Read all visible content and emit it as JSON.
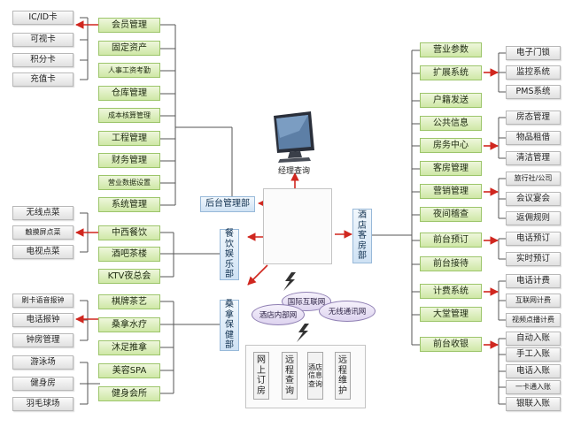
{
  "backoffice": {
    "label": "后台管理部",
    "modules": [
      "会员管理",
      "固定资产",
      "人事工资考勤",
      "仓库管理",
      "成本核算管理",
      "工程管理",
      "财务管理",
      "营业数据设置",
      "系统管理"
    ],
    "member_cards": [
      "IC/ID卡",
      "可视卡",
      "积分卡",
      "充值卡"
    ]
  },
  "dining": {
    "label": "餐饮娱乐部",
    "venues": [
      "中西餐饮",
      "酒吧茶楼",
      "KTV夜总会"
    ],
    "ordering": [
      "无线点菜",
      "触摸屏点菜",
      "电视点菜"
    ]
  },
  "wellness": {
    "label": "桑拿保健部",
    "venues": [
      "棋牌茶艺",
      "桑拿水疗",
      "沐足推拿",
      "美容SPA",
      "健身会所"
    ],
    "services": [
      "刷卡语音报钟",
      "电话报钟",
      "钟房管理",
      "游泳场",
      "健身房",
      "羽毛球场"
    ]
  },
  "center": {
    "manager_query": "经理查询",
    "networks": [
      "国际互联网",
      "酒店内部网",
      "无线通讯网"
    ],
    "remote_services": [
      "网上订房",
      "远程查询",
      "酒店信息查询",
      "远程维护"
    ]
  },
  "guestroom": {
    "label": "酒店客房部",
    "modules": [
      "营业参数",
      "扩展系统",
      "户籍发送",
      "公共信息",
      "房务中心",
      "客房管理",
      "营销管理",
      "夜间稽查",
      "前台预订",
      "前台接待",
      "计费系统",
      "大堂管理",
      "前台收银"
    ],
    "extension_system": [
      "电子门锁",
      "监控系统",
      "PMS系统"
    ],
    "housekeeping_center": [
      "房态管理",
      "物品租借",
      "清洁管理"
    ],
    "marketing": [
      "旅行社/公司",
      "会议宴会",
      "返佣规则"
    ],
    "reservation": [
      "电话预订",
      "实时预订"
    ],
    "billing": [
      "电话计费",
      "互联网计费",
      "视频点播计费"
    ],
    "cashier": [
      "自动入账",
      "手工入账",
      "电话入账",
      "一卡通入账",
      "银联入账"
    ]
  },
  "colors": {
    "module_green": "#cfe8a6",
    "item_gray": "#e0e0e0",
    "dept_blue": "#cfe2f4",
    "arrow_red": "#d0271f",
    "line_gray": "#555555"
  }
}
